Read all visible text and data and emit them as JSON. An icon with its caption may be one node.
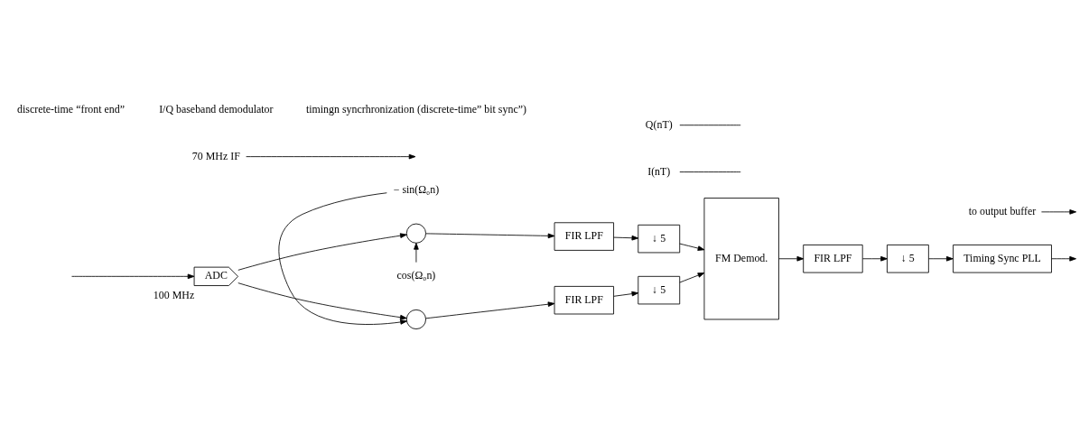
{
  "diagram": {
    "nodes": [
      {
        "text": [
          "ADC"
        ],
        "beside": [
          "100 MHz"
        ]
      },
      {
        "text": [],
        "shape": "circle"
      },
      {
        "text": [],
        "shape": "circle"
      },
      {
        "text": [
          "FIR LPF"
        ]
      },
      {
        "text": [
          "↓ 5"
        ]
      },
      {
        "text": [
          "FIR LPF"
        ]
      },
      {
        "text": [
          "↓ 5"
        ]
      },
      {
        "text": [
          "FM Demod."
        ]
      },
      {
        "text": [
          "FIR LPF"
        ]
      },
      {
        "text": [
          "↓ 5"
        ]
      },
      {
        "text": [
          "Timing Sync PLL"
        ]
      },
      {
        "text": [
          "cos(Ω₀n)"
        ]
      },
      {
        "text": [
          "− sin(Ω₀n)"
        ]
      },
      {
        "text": [
          "70 MHz IF"
        ]
      },
      {
        "text": [
          "I(nT)"
        ]
      },
      {
        "text": [
          "Q(nT)"
        ]
      },
      {
        "text": [
          "to output buffer"
        ]
      }
    ],
    "edges": [
      {
        "from": null,
        "to": 0,
        "arrow": "to"
      },
      {
        "from": 0,
        "to": 1,
        "arrow": "to"
      },
      {
        "from": 0,
        "to": 2,
        "arrow": "to"
      },
      {
        "from": 11,
        "to": 1,
        "arrow": "to"
      },
      {
        "from": 12,
        "to": 2,
        "arrow": "to"
      },
      {
        "from": 1,
        "to": 3,
        "arrow": "to"
      },
      {
        "from": 3,
        "to": 4,
        "arrow": "to"
      },
      {
        "from": 4,
        "to": 7,
        "arrow": "to"
      },
      {
        "from": 2,
        "to": 5,
        "arrow": "to"
      },
      {
        "from": 5,
        "to": 6,
        "arrow": "to"
      },
      {
        "from": 6,
        "to": 7,
        "arrow": "to"
      },
      {
        "from": 7,
        "to": 8,
        "arrow": "to"
      },
      {
        "from": 8,
        "to": 9,
        "arrow": "to"
      },
      {
        "from": 9,
        "to": 10,
        "arrow": "to"
      },
      {
        "from": 10,
        "to": null,
        "arrow": "to"
      },
      {
        "from": 13,
        "to": null,
        "arrow": "to"
      },
      {
        "from": 14,
        "to": null,
        "arrow": "none"
      },
      {
        "from": 15,
        "to": null,
        "arrow": "none"
      },
      {
        "from": 16,
        "to": null,
        "arrow": "to"
      }
    ],
    "labels": [
      "discrete-time “front end”",
      "I/Q baseband demodulator",
      "timingn syncrhronization (discrete-time” bit sync”)"
    ]
  }
}
